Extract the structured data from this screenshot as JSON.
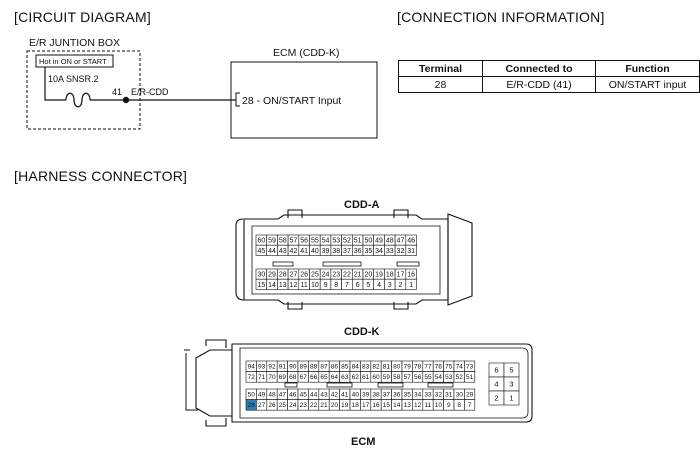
{
  "sections": {
    "circuit": "[CIRCUIT DIAGRAM]",
    "connection": "[CONNECTION INFORMATION]",
    "harness": "[HARNESS CONNECTOR]"
  },
  "circuit": {
    "junction_box": "E/R JUNTION BOX",
    "hot_label": "Hot in ON or START",
    "fuse_label": "10A SNSR.2",
    "pin_41": "41",
    "wire_label": "E/R-CDD",
    "ecm_title": "ECM (CDD-K)",
    "ecm_input": "28 - ON/START Input"
  },
  "connection_table": {
    "headers": [
      "Terminal",
      "Connected to",
      "Function"
    ],
    "rows": [
      [
        "28",
        "E/R-CDD (41)",
        "ON/START input"
      ]
    ]
  },
  "connectors": {
    "cdd_a": {
      "title": "CDD-A",
      "upper_rows": [
        [
          "60",
          "59",
          "58",
          "57",
          "56",
          "55",
          "54",
          "53",
          "52",
          "51",
          "50",
          "49",
          "48",
          "47",
          "46"
        ],
        [
          "45",
          "44",
          "43",
          "42",
          "41",
          "40",
          "39",
          "38",
          "37",
          "36",
          "35",
          "34",
          "33",
          "32",
          "31"
        ]
      ],
      "lower_rows": [
        [
          "30",
          "29",
          "28",
          "27",
          "26",
          "25",
          "24",
          "23",
          "22",
          "21",
          "20",
          "19",
          "18",
          "17",
          "16"
        ],
        [
          "15",
          "14",
          "13",
          "12",
          "11",
          "10",
          "9",
          "8",
          "7",
          "6",
          "5",
          "4",
          "3",
          "2",
          "1"
        ]
      ]
    },
    "cdd_k": {
      "title": "CDD-K",
      "footer": "ECM",
      "upper_rows": [
        [
          "94",
          "93",
          "92",
          "91",
          "90",
          "89",
          "88",
          "87",
          "86",
          "85",
          "84",
          "83",
          "82",
          "81",
          "80",
          "79",
          "78",
          "77",
          "76",
          "75",
          "74",
          "73"
        ],
        [
          "72",
          "71",
          "70",
          "69",
          "68",
          "67",
          "66",
          "65",
          "64",
          "63",
          "62",
          "61",
          "60",
          "59",
          "58",
          "57",
          "56",
          "55",
          "54",
          "53",
          "52",
          "51"
        ]
      ],
      "lower_rows": [
        [
          "50",
          "49",
          "48",
          "47",
          "46",
          "45",
          "44",
          "43",
          "42",
          "41",
          "40",
          "39",
          "38",
          "37",
          "36",
          "35",
          "34",
          "33",
          "32",
          "31",
          "30",
          "29"
        ],
        [
          "28",
          "27",
          "26",
          "25",
          "24",
          "23",
          "22",
          "21",
          "20",
          "19",
          "18",
          "17",
          "16",
          "15",
          "14",
          "13",
          "12",
          "11",
          "10",
          "9",
          "8",
          "7"
        ]
      ],
      "side_rows": [
        [
          "6",
          "5"
        ],
        [
          "4",
          "3"
        ],
        [
          "2",
          "1"
        ]
      ],
      "highlight": "28",
      "highlight_color": "#2e7fb8"
    }
  }
}
